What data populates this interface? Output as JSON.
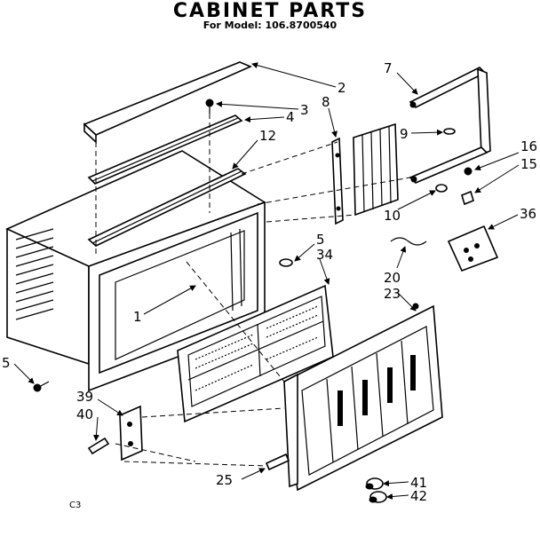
{
  "title": "CABINET PARTS",
  "subtitle": "For Model: 106.8700540",
  "corner_text": "C3",
  "callouts": [
    "2",
    "3",
    "4",
    "12",
    "8",
    "7",
    "9",
    "16",
    "15",
    "10",
    "36",
    "5",
    "34",
    "20",
    "23",
    "1",
    "5",
    "39",
    "40",
    "25",
    "41",
    "42"
  ],
  "colors": {
    "ink": "#000000",
    "paper": "#ffffff"
  }
}
